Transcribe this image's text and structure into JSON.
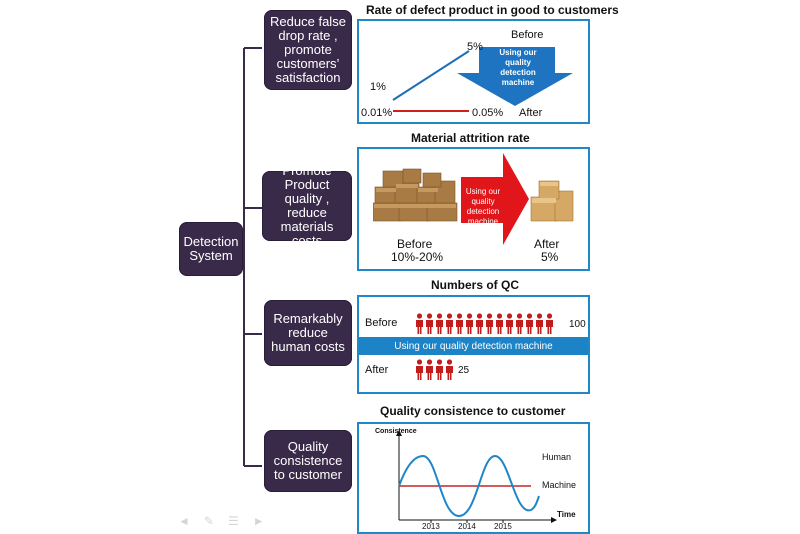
{
  "root": {
    "label": "Detection System"
  },
  "nodes": [
    {
      "label": "Reduce false drop rate , promote customers’ satisfaction"
    },
    {
      "label": "Promote Product quality , reduce materials costs"
    },
    {
      "label": "Remarkably reduce human costs"
    },
    {
      "label": "Quality consistence to customer"
    }
  ],
  "panel1": {
    "title": "Rate of defect product in good to customers",
    "val_before_red": "0.01%",
    "val_before_blue": "1%",
    "val_after_blue": "5%",
    "val_after_red": "0.05%",
    "before": "Before",
    "after": "After",
    "arrow_text": "Using our quality detection machine",
    "colors": {
      "blue": "#1f6fb6",
      "red": "#d0201e"
    }
  },
  "panel2": {
    "title": "Material attrition rate",
    "before_label": "Before",
    "before_value": "10%-20%",
    "after_label": "After",
    "after_value": "5%",
    "arrow_text": "Using our quality detection machine",
    "colors": {
      "arrow": "#e0161a"
    }
  },
  "panel3": {
    "title": "Numbers of QC",
    "before": "Before",
    "after": "After",
    "before_count": "100",
    "after_count": "25",
    "bar_text": "Using our quality detection machine",
    "colors": {
      "person": "#c21d1d",
      "bar": "#1d83c7"
    }
  },
  "panel4": {
    "title": "Quality consistence to customer",
    "ylabel": "Consistence",
    "xlabel": "Time",
    "series_human": "Human",
    "series_machine": "Machine",
    "years": [
      "2013",
      "2014",
      "2015"
    ],
    "colors": {
      "human": "#1f86c9",
      "machine": "#c0272d"
    }
  }
}
